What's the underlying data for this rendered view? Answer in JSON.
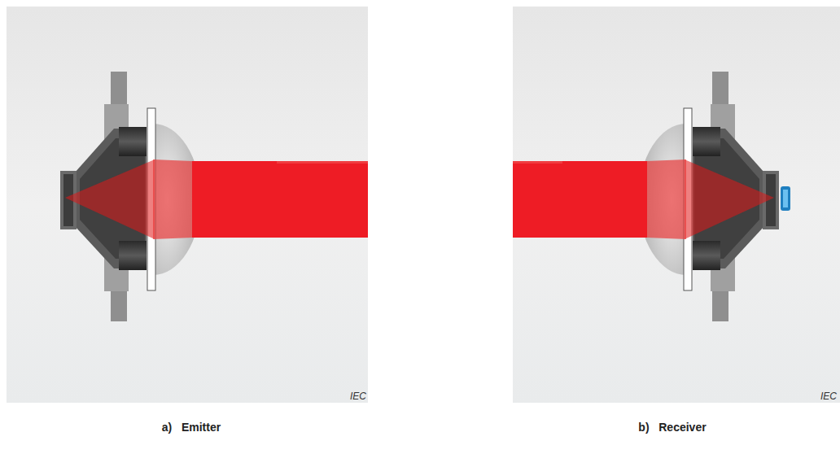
{
  "diagram": {
    "labels": [
      "IEC",
      "IEC",
      "a)   Emitter",
      "b)   Receiver"
    ]
  }
}
